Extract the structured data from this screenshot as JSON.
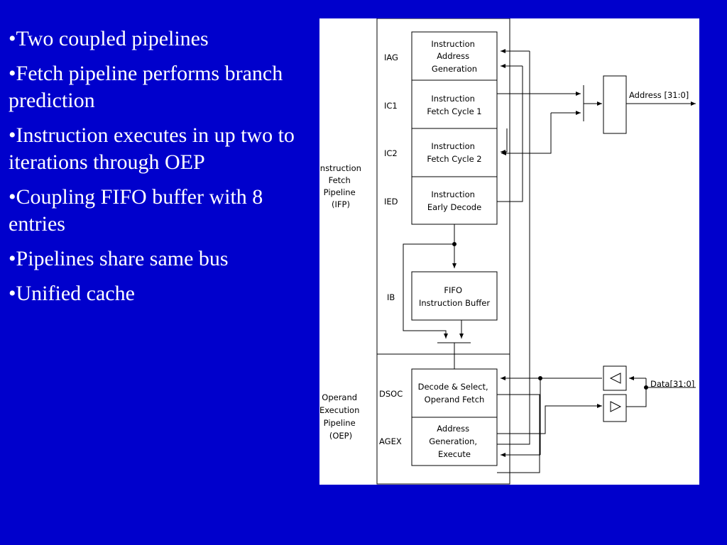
{
  "bullets": [
    "•Two coupled pipelines",
    "•Fetch pipeline performs branch prediction",
    "•Instruction executes in up two to iterations through OEP",
    "•Coupling FIFO buffer with 8 entries",
    "•Pipelines share same bus",
    "•Unified cache"
  ],
  "diagram": {
    "pipelines": {
      "ifp": [
        "Instruction",
        "Fetch",
        "Pipeline",
        "(IFP)"
      ],
      "oep": [
        "Operand",
        "Execution",
        "Pipeline",
        "(OEP)"
      ]
    },
    "stages": {
      "iag": {
        "tag": "IAG",
        "lines": [
          "Instruction",
          "Address",
          "Generation"
        ]
      },
      "ic1": {
        "tag": "IC1",
        "lines": [
          "Instruction",
          "Fetch Cycle 1"
        ]
      },
      "ic2": {
        "tag": "IC2",
        "lines": [
          "Instruction",
          "Fetch Cycle 2"
        ]
      },
      "ied": {
        "tag": "IED",
        "lines": [
          "Instruction",
          "Early Decode"
        ]
      },
      "ib": {
        "tag": "IB",
        "lines": [
          "FIFO",
          "Instruction Buffer"
        ]
      },
      "dsoc": {
        "tag": "DSOC",
        "lines": [
          "Decode & Select,",
          "Operand Fetch"
        ]
      },
      "agex": {
        "tag": "AGEX",
        "lines": [
          "Address",
          "Generation,",
          "Execute"
        ]
      }
    },
    "address_label": "Address [31:0]",
    "data_label": "Data[31:0]"
  }
}
